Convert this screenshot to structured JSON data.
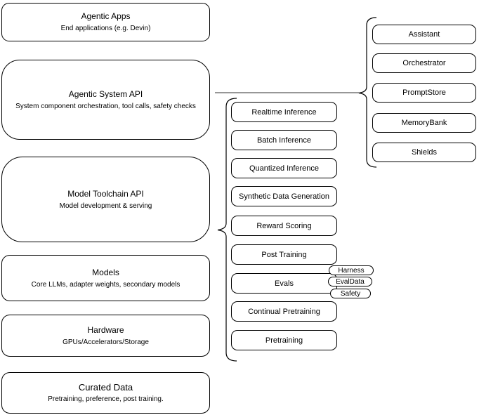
{
  "diagram": {
    "left_stack": [
      {
        "title": "Agentic Apps",
        "subtitle": "End applications (e.g. Devin)"
      },
      {
        "title": "Agentic System API",
        "subtitle": "System component orchestration, tool calls, safety checks"
      },
      {
        "title": "Model Toolchain API",
        "subtitle": "Model development & serving"
      },
      {
        "title": "Models",
        "subtitle": "Core LLMs, adapter weights, secondary models"
      },
      {
        "title": "Hardware",
        "subtitle": "GPUs/Accelerators/Storage"
      },
      {
        "title": "Curated Data",
        "subtitle": "Pretraining, preference, post training."
      }
    ],
    "toolchain_items": [
      "Realtime Inference",
      "Batch Inference",
      "Quantized Inference",
      "Synthetic Data Generation",
      "Reward Scoring",
      "Post Training",
      "Evals",
      "Continual Pretraining",
      "Pretraining"
    ],
    "evals_tags": [
      "Harness",
      "EvalData",
      "Safety"
    ],
    "system_components": [
      "Assistant",
      "Orchestrator",
      "PromptStore",
      "MemoryBank",
      "Shields"
    ],
    "colors": {
      "stroke": "#000000",
      "connector": "#595959",
      "background": "#ffffff"
    }
  }
}
